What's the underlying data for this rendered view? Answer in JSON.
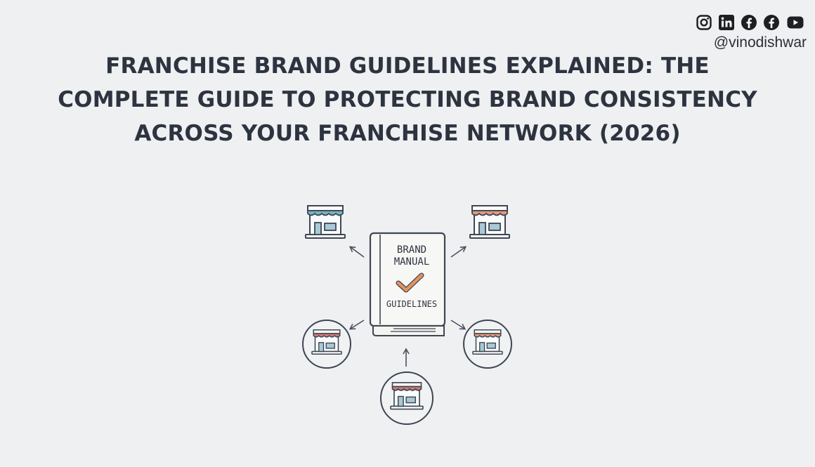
{
  "header": {
    "title_lines": [
      "FRANCHISE BRAND GUIDELINES EXPLAINED: THE",
      "COMPLETE GUIDE TO PROTECTING BRAND CONSISTENCY",
      "ACROSS YOUR FRANCHISE NETWORK (2026)"
    ]
  },
  "social": {
    "icons": [
      "instagram-icon",
      "linkedin-icon",
      "facebook-icon",
      "facebook-icon",
      "youtube-icon"
    ],
    "handle": "@vinodishwar"
  },
  "manual": {
    "line1": "BRAND",
    "line2": "MANUAL",
    "line3": "GUIDELINES"
  },
  "colors": {
    "background": "#eef0f2",
    "text": "#2d3440",
    "awning_teal": "#7ab3c4",
    "awning_orange": "#e59a78",
    "awning_red": "#d97a74",
    "check_orange": "#e4925f"
  }
}
